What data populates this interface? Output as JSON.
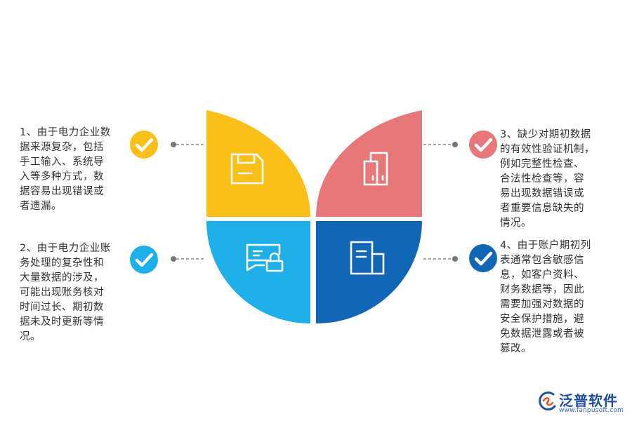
{
  "items": [
    {
      "text": "1、由于电力企业数\n据来源复杂，包括\n手工输入、系统导\n入等多种方式，数\n据容易出现错误或\n者遗漏。",
      "color": "#fbbf1a",
      "icon": "save-icon"
    },
    {
      "text": "2、由于电力企业账\n务处理的复杂性和\n大量数据的涉及，\n可能出现账务核对\n时间过长、期初数\n据未及时更新等情\n况。",
      "color": "#1eaee8",
      "icon": "message-lock-icon"
    },
    {
      "text": "3、缺少对期初数据\n的有效性验证机制，\n例如完整性检查、\n合法性检查等，容\n易出现数据错误或\n者重要信息缺失的\n情况。",
      "color": "#e8777a",
      "icon": "copy-icon"
    },
    {
      "text": "4、由于账户期初列\n表通常包含敏感信\n息，如客户资料、\n财务数据等，因此\n需要加强对数据的\n安全保护措施，避\n免数据泄露或者被\n篡改。",
      "color": "#1266b6",
      "icon": "document-icon"
    }
  ],
  "logo": {
    "name": "泛普软件",
    "url": "www.fanpusoft.com"
  }
}
